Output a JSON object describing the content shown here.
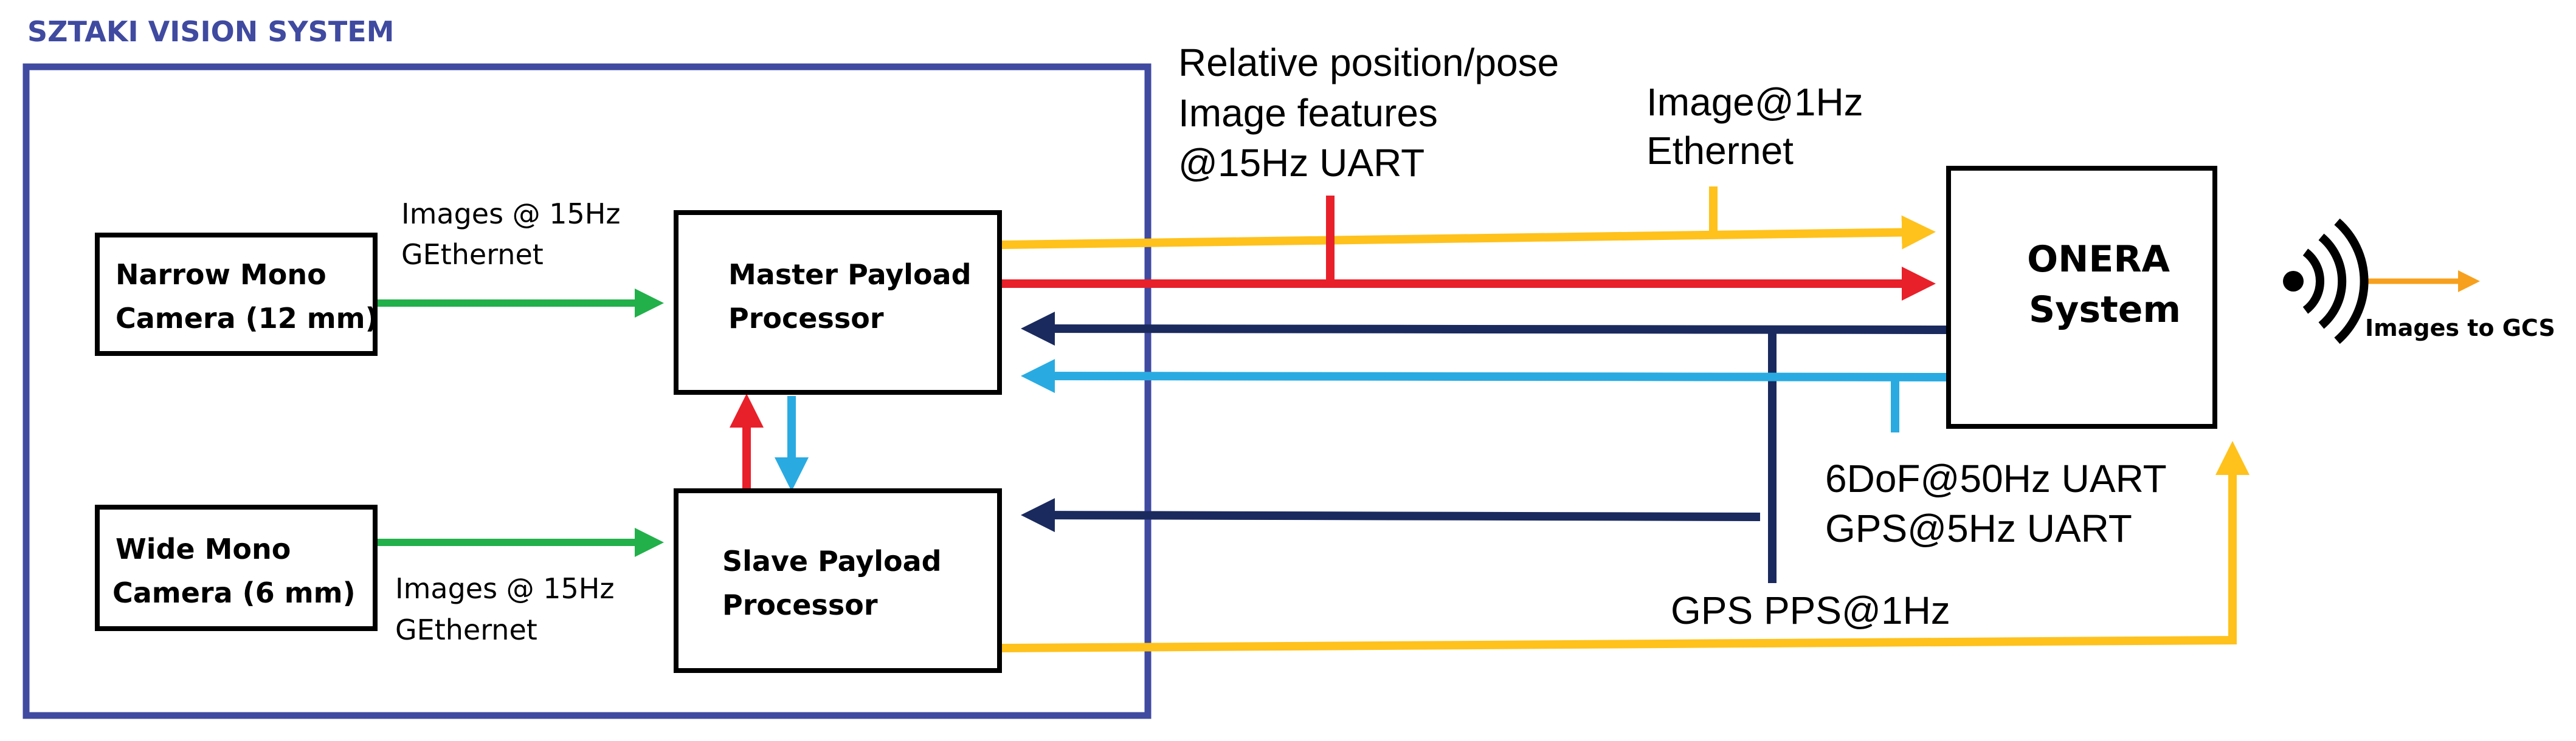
{
  "system_title": "SZTAKI VISION SYSTEM",
  "blocks": {
    "narrow_camera": [
      "Narrow Mono",
      "Camera (12 mm)"
    ],
    "wide_camera": [
      "Wide Mono",
      "Camera (6 mm)"
    ],
    "master_processor": [
      "Master Payload",
      "Processor"
    ],
    "slave_processor": [
      "Slave Payload",
      "Processor"
    ],
    "onera": [
      "ONERA",
      "System"
    ]
  },
  "labels": {
    "narrow_link": [
      "Images @ 15Hz",
      "GEthernet"
    ],
    "wide_link": [
      "Images @ 15Hz",
      "GEthernet"
    ],
    "pose_link": [
      "Relative position/pose",
      "Image features",
      "@15Hz UART"
    ],
    "image_link": [
      "Image@1Hz",
      "Ethernet"
    ],
    "sensor_link": [
      "6DoF@50Hz UART",
      "GPS@5Hz UART"
    ],
    "pps_link": "GPS PPS@1Hz",
    "gcs_link": "Images to GCS"
  },
  "colors": {
    "green": "#22b04a",
    "red": "#e8202a",
    "yellow": "#ffc21c",
    "light_blue": "#29abe2",
    "navy": "#1a2a5e",
    "orange": "#f7a01d",
    "frame": "#3f4aa0",
    "title": "#3f4aa0"
  },
  "icons": {
    "wireless": "wireless-signal-icon"
  }
}
